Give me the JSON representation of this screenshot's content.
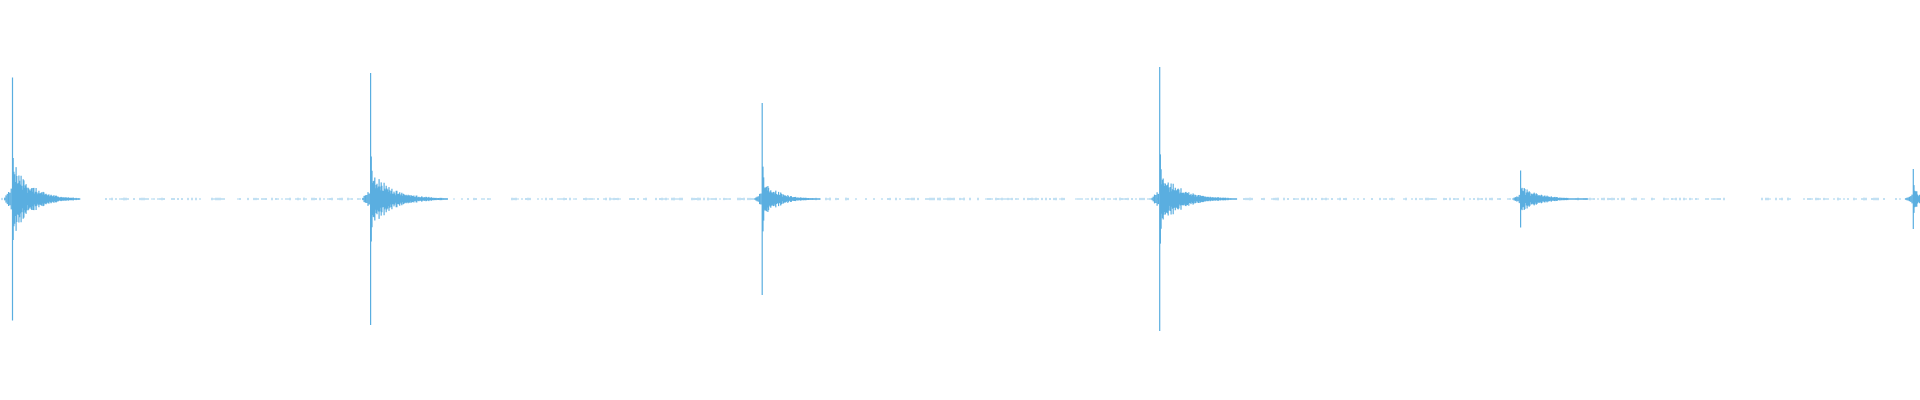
{
  "waveform": {
    "background_color": "#ffffff",
    "wave_color": "#5aaee0",
    "channels": 1,
    "transients": [
      {
        "time": 0.0065,
        "amplitude": 0.81,
        "ring": 0.26,
        "decay_width": 0.035
      },
      {
        "time": 0.193,
        "amplitude": 0.84,
        "ring": 0.21,
        "decay_width": 0.04
      },
      {
        "time": 0.397,
        "amplitude": 0.64,
        "ring": 0.14,
        "decay_width": 0.03
      },
      {
        "time": 0.604,
        "amplitude": 0.88,
        "ring": 0.2,
        "decay_width": 0.04
      },
      {
        "time": 0.792,
        "amplitude": 0.19,
        "ring": 0.1,
        "decay_width": 0.035
      },
      {
        "time": 0.9965,
        "amplitude": 0.2,
        "ring": 0.12,
        "decay_width": 0.01
      }
    ],
    "silent_segments": [
      {
        "start": 0.015,
        "end": 0.055
      },
      {
        "start": 0.898,
        "end": 0.917
      }
    ]
  }
}
